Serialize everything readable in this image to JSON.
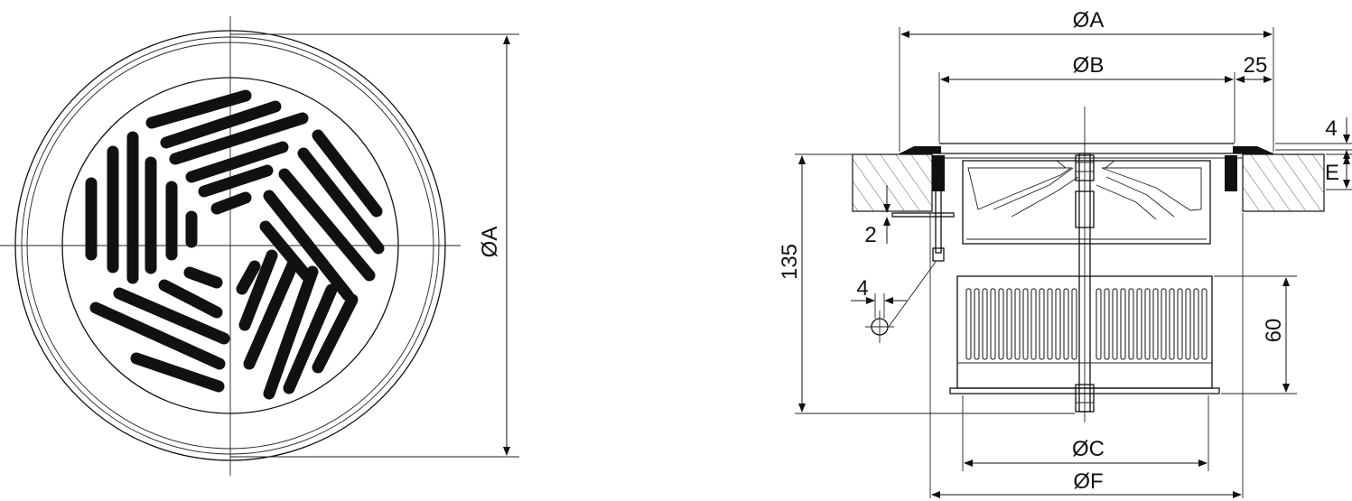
{
  "colors": {
    "line": "#111111",
    "background": "#ffffff"
  },
  "front_view": {
    "dim_A": "ØA"
  },
  "side_view": {
    "dim_A": "ØA",
    "dim_B": "ØB",
    "dim_25": "25",
    "dim_4_top": "4",
    "dim_E": "E",
    "dim_2": "2",
    "dim_135": "135",
    "dim_4_detail": "4",
    "dim_60": "60",
    "dim_C": "ØC",
    "dim_F": "ØF"
  }
}
